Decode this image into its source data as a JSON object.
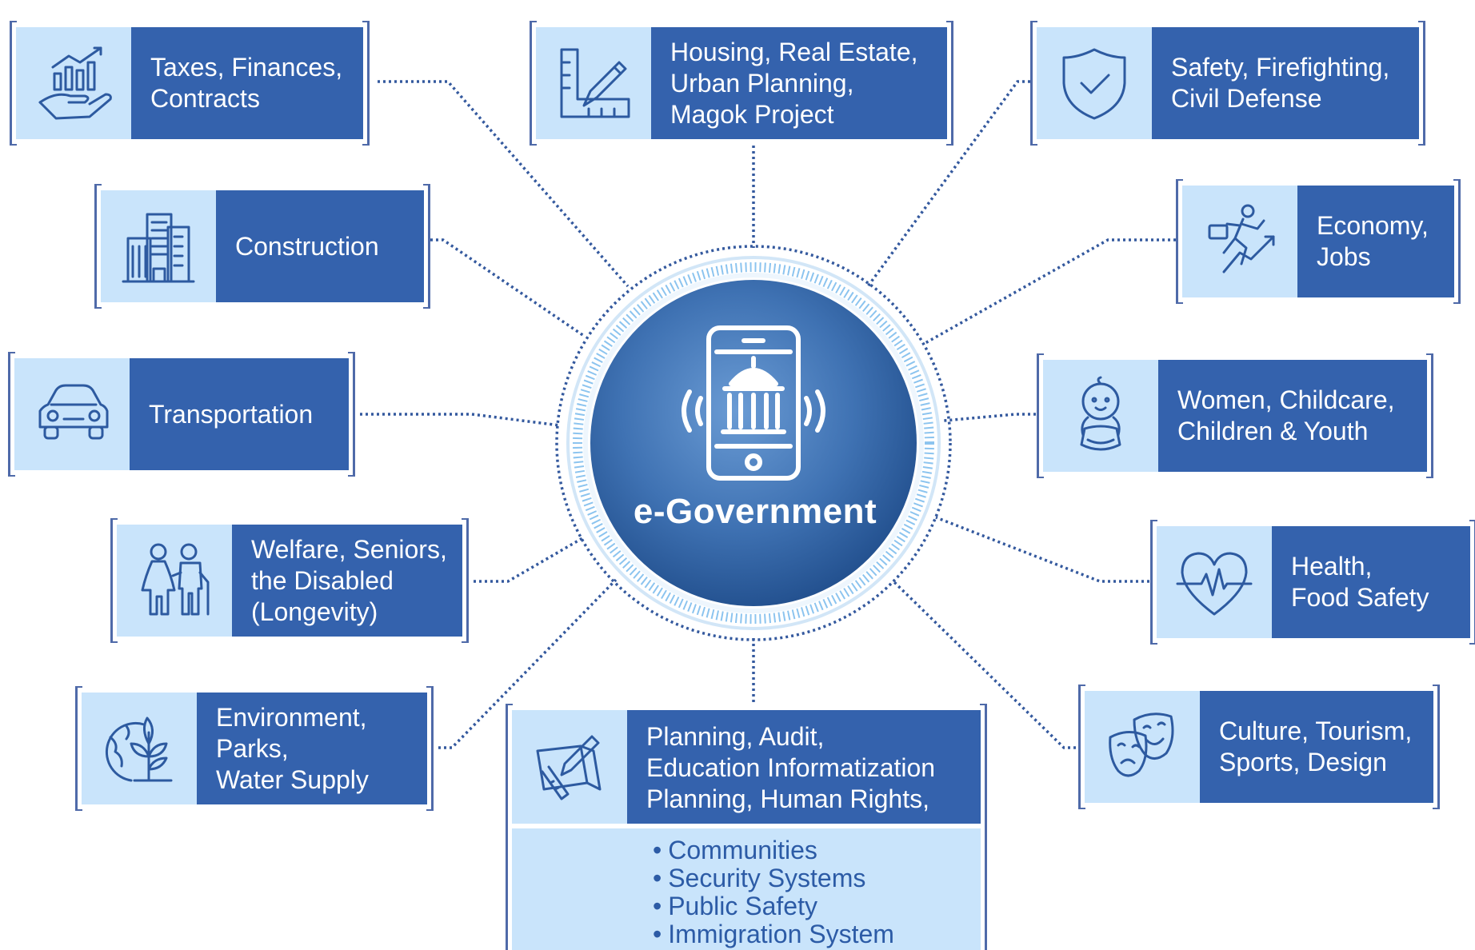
{
  "hub": {
    "title": "e-Government"
  },
  "cards": {
    "taxes": "Taxes, Finances,\nContracts",
    "housing": "Housing, Real Estate,\nUrban Planning,\nMagok Project",
    "safety": "Safety, Firefighting,\nCivil Defense",
    "construction": "Construction",
    "economy": "Economy,\nJobs",
    "transportation": "Transportation",
    "women": "Women, Childcare,\nChildren & Youth",
    "welfare": "Welfare, Seniors,\nthe Disabled\n(Longevity)",
    "health": "Health,\nFood Safety",
    "environment": "Environment,\nParks,\nWater Supply",
    "culture": "Culture, Tourism,\nSports, Design",
    "planning": "Planning, Audit,\nEducation Informatization\nPlanning, Human Rights,"
  },
  "planning_list": [
    "Communities",
    "Security Systems",
    "Public Safety",
    "Immigration System"
  ],
  "icons": {
    "taxes": "hand-chart-icon",
    "housing": "ruler-pencil-icon",
    "safety": "shield-check-icon",
    "construction": "buildings-icon",
    "economy": "climbing-person-icon",
    "transportation": "car-icon",
    "women": "baby-icon",
    "welfare": "elderly-couple-icon",
    "health": "heart-pulse-icon",
    "environment": "globe-plant-icon",
    "culture": "theater-masks-icon",
    "planning": "drafting-icon",
    "hub": "smartphone-capitol-icon"
  },
  "colors": {
    "label_bg": "#3462ad",
    "icon_bg": "#c9e4fb",
    "connector": "#34599e",
    "hub_dark": "#1e4a86",
    "hub_light": "#5d8ec8",
    "accent": "#8cc4ef"
  }
}
